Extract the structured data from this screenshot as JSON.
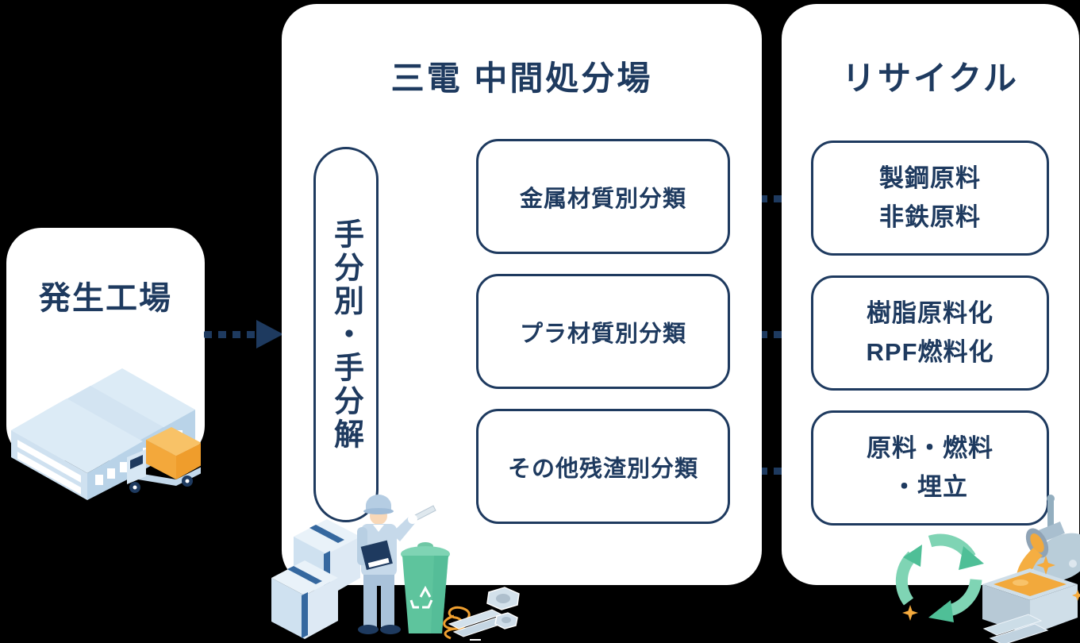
{
  "colors": {
    "background": "#000000",
    "panel": "#ffffff",
    "navy_text": "#1e3a5f",
    "orange": "#f2a93c",
    "mint_green": "#5ec49d",
    "light_blue": "#cfe1f0"
  },
  "source_card": {
    "title": "発生工場"
  },
  "plant_panel": {
    "title": "三電 中間処分場",
    "process_pill_label": "手分別・手分解",
    "category_boxes": [
      {
        "label": "金属材質別分類"
      },
      {
        "label": "プラ材質別分類"
      },
      {
        "label": "その他残渣別分類"
      }
    ]
  },
  "recycle_panel": {
    "title": "リサイクル",
    "output_boxes": [
      {
        "line1": "製鋼原料",
        "line2": "非鉄原料"
      },
      {
        "line1": "樹脂原料化",
        "line2": "RPF燃料化"
      },
      {
        "line1": "原料・燃料",
        "line2": "・埋立"
      }
    ]
  }
}
